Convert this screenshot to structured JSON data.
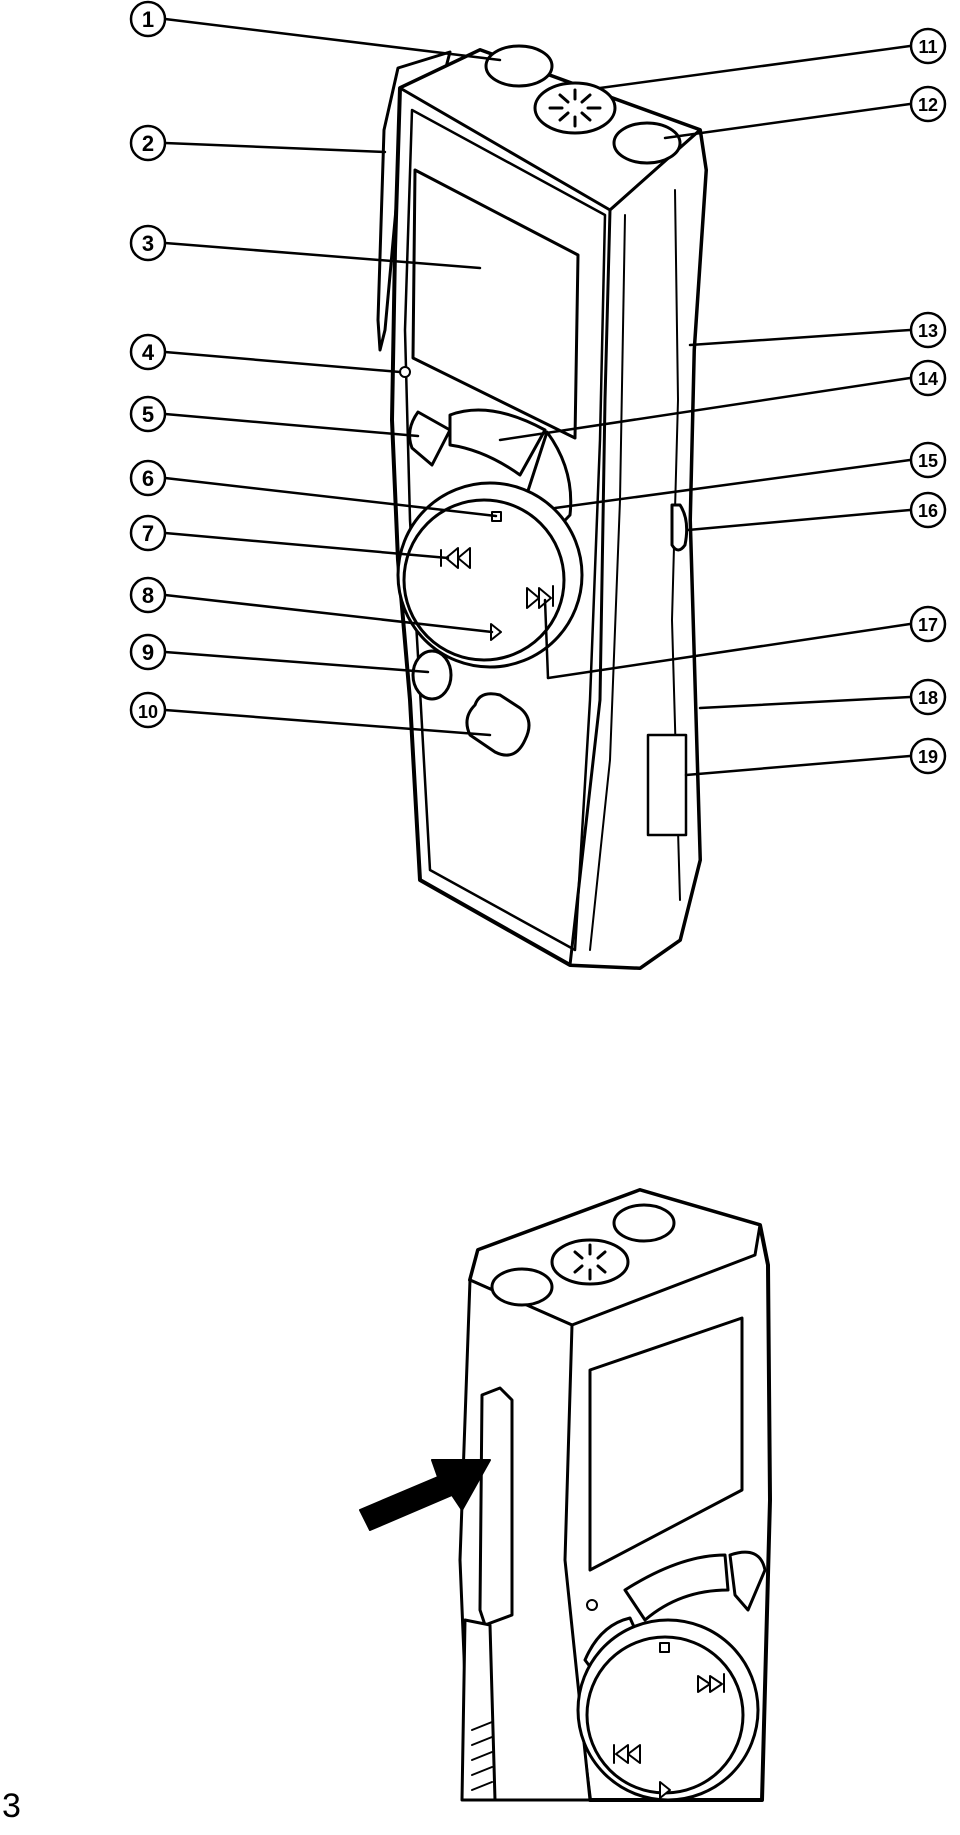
{
  "page_number": "3",
  "callouts": [
    {
      "n": "1",
      "label": "①"
    },
    {
      "n": "2",
      "label": "②"
    },
    {
      "n": "3",
      "label": "③"
    },
    {
      "n": "4",
      "label": "④"
    },
    {
      "n": "5",
      "label": "⑤"
    },
    {
      "n": "6",
      "label": "⑥"
    },
    {
      "n": "7",
      "label": "⑦"
    },
    {
      "n": "8",
      "label": "⑧"
    },
    {
      "n": "9",
      "label": "⑨"
    },
    {
      "n": "10",
      "label": "⑩"
    },
    {
      "n": "11",
      "label": "⑪"
    },
    {
      "n": "12",
      "label": "⑫"
    },
    {
      "n": "13",
      "label": "⑬"
    },
    {
      "n": "14",
      "label": "⑭"
    },
    {
      "n": "15",
      "label": "⑮"
    },
    {
      "n": "16",
      "label": "⑯"
    },
    {
      "n": "17",
      "label": "⑰"
    },
    {
      "n": "18",
      "label": "⑱"
    },
    {
      "n": "19",
      "label": "⑲"
    }
  ],
  "icons": {
    "stop": "stop-icon",
    "rewind": "rewind-icon",
    "fast_forward": "fast-forward-icon",
    "play": "play-icon",
    "insert_arrow": "arrow-icon"
  }
}
